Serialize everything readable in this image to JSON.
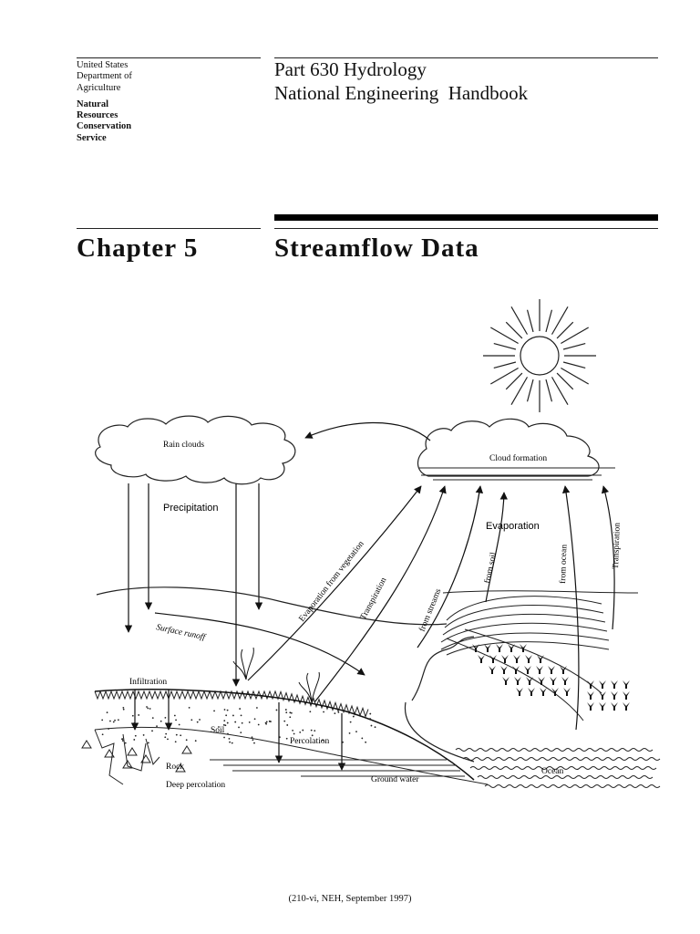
{
  "header": {
    "agency_lines": [
      "United States",
      "Department of",
      "Agriculture"
    ],
    "service_lines": [
      "Natural",
      "Resources",
      "Conservation",
      "Service"
    ],
    "part_title": "Part 630 Hydrology",
    "handbook_title": "National Engineering  Handbook"
  },
  "chapter": {
    "label": "Chapter 5",
    "title": "Streamflow Data"
  },
  "diagram": {
    "rain_clouds": "Rain clouds",
    "cloud_formation": "Cloud formation",
    "precipitation": "Precipitation",
    "evaporation": "Evaporation",
    "evap_vegetation": "Evaporation from vegetation",
    "transpiration_left": "Transpiration",
    "from_streams": "from streams",
    "from_soil": "from soil",
    "from_ocean": "from ocean",
    "transpiration_right": "Transpiration",
    "surface_runoff": "Surface runoff",
    "infiltration": "Infiltration",
    "soil": "Soil",
    "percolation": "Percolation",
    "rock": "Rock",
    "deep_percolation": "Deep percolation",
    "ground_water": "Ground water",
    "ocean": "Ocean"
  },
  "footer": {
    "citation": "(210-vi, NEH, September 1997)"
  }
}
